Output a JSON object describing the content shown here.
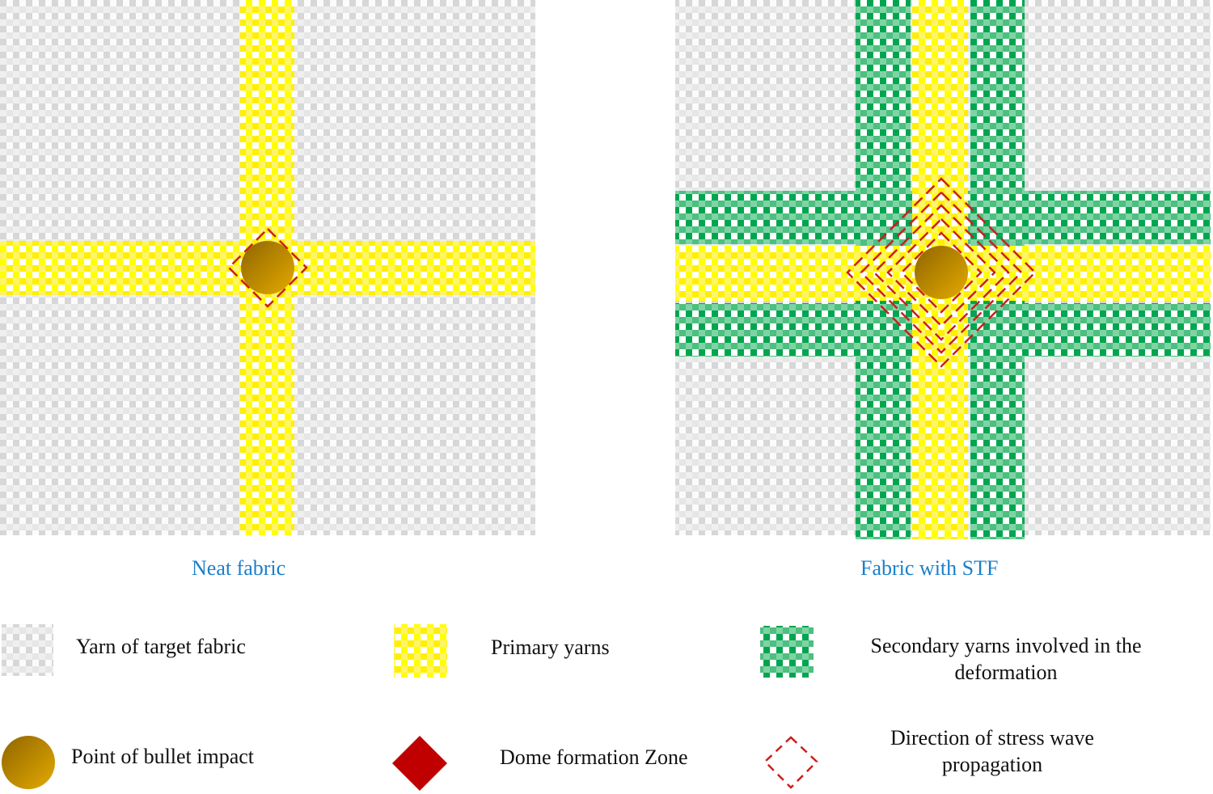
{
  "panels": [
    {
      "id": "neat",
      "caption": "Neat fabric",
      "stress_wave_rings": 1
    },
    {
      "id": "stf",
      "caption": "Fabric with STF",
      "stress_wave_rings": 5
    }
  ],
  "legend": {
    "items": [
      {
        "key": "target-yarn",
        "icon": "gray-weave-swatch",
        "label": "Yarn of  target fabric"
      },
      {
        "key": "primary-yarn",
        "icon": "yellow-weave-swatch",
        "label": "Primary yarns"
      },
      {
        "key": "secondary-yarn",
        "icon": "green-weave-swatch",
        "label_line1": "Secondary yarns involved in the",
        "label_line2": "deformation"
      },
      {
        "key": "bullet-impact",
        "icon": "gold-circle",
        "label": "Point of bullet impact"
      },
      {
        "key": "dome-zone",
        "icon": "red-diamond",
        "label": "Dome formation Zone"
      },
      {
        "key": "stress-wave",
        "icon": "dashed-red-diamond",
        "label_line1": "Direction of stress wave",
        "label_line2": "propagation"
      }
    ]
  },
  "colors": {
    "background_yarn": "#d9d9d9",
    "background_gap": "#f4f4f4",
    "primary_yarn": "#ffff00",
    "primary_yarn_light": "#fff9a0",
    "secondary_yarn": "#00a550",
    "secondary_yarn_light": "#7fd3a4",
    "bullet_dark": "#9c6f00",
    "bullet_light": "#e0a800",
    "dome_red": "#c00000",
    "stress_wave_red": "#cc1f1f",
    "caption_blue": "#1a7fc9"
  }
}
